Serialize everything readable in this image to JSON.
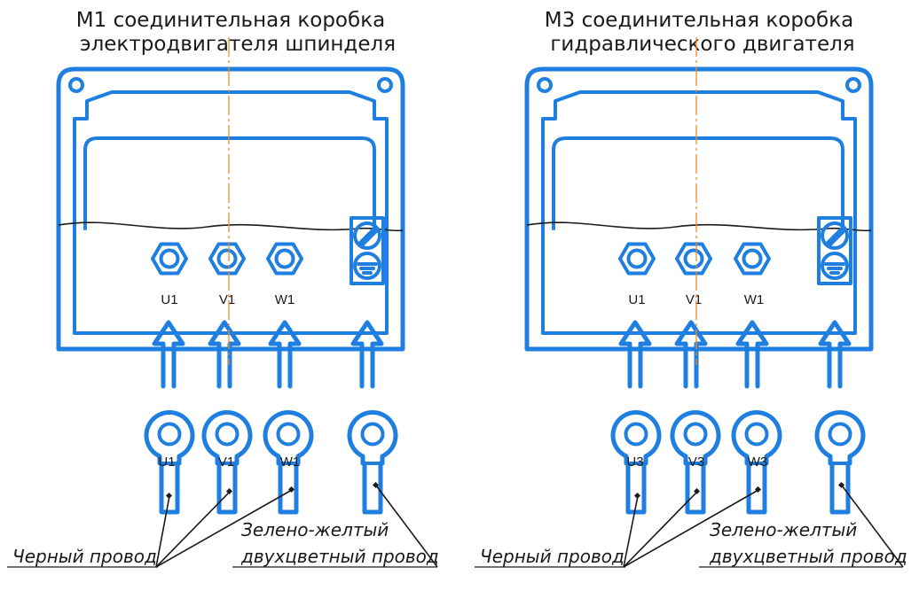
{
  "left_box": {
    "title_line1": "M1 соединительная коробка",
    "title_line2": "электродвигателя шпинделя",
    "terminals": [
      "U1",
      "V1",
      "W1"
    ],
    "lugs": [
      "U1",
      "V1",
      "W1"
    ],
    "black_wire": "Черный провод",
    "green_yellow_line1": "Зелено-желтый",
    "green_yellow_line2": "двухцветный провод"
  },
  "right_box": {
    "title_line1": "M3 соединительная коробка",
    "title_line2": "гидравлического двигателя",
    "terminals": [
      "U1",
      "V1",
      "W1"
    ],
    "lugs": [
      "U3",
      "V3",
      "W3"
    ],
    "black_wire": "Черный провод",
    "green_yellow_line1": "Зелено-желтый",
    "green_yellow_line2": "двухцветный провод"
  },
  "colors": {
    "line": "#1e7fe0",
    "centerline": "#f08a2a",
    "text": "#1a1a1a"
  }
}
